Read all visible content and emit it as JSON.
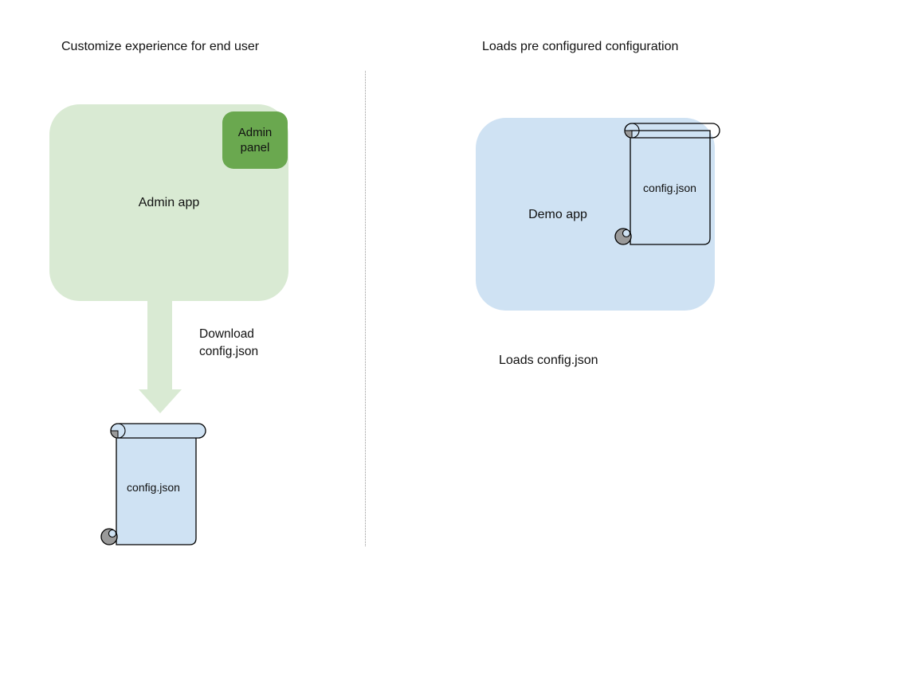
{
  "canvas": {
    "background": "#ffffff"
  },
  "divider": {
    "color": "#999999",
    "style": "dotted"
  },
  "left": {
    "title": "Customize experience for end user",
    "admin_app_label": "Admin app",
    "admin_panel_label": "Admin panel",
    "download_label": "Download config.json",
    "config_file_label": "config.json",
    "colors": {
      "app_fill": "#d9ead3",
      "panel_fill": "#6aa84f",
      "arrow_fill": "#d9ead3",
      "file_fill": "#cfe2f3",
      "file_inner_fill": "#cfe2f3",
      "curl_fill": "#9a9a9a",
      "outline": "#000000"
    }
  },
  "right": {
    "title": "Loads pre configured configuration",
    "demo_app_label": "Demo app",
    "config_file_label": "config.json",
    "caption": "Loads config.json",
    "colors": {
      "app_fill": "#cfe2f3",
      "file_fill": "none",
      "file_inner_fill": "#cfe2f3",
      "curl_fill": "#9a9a9a",
      "outline": "#000000"
    }
  }
}
